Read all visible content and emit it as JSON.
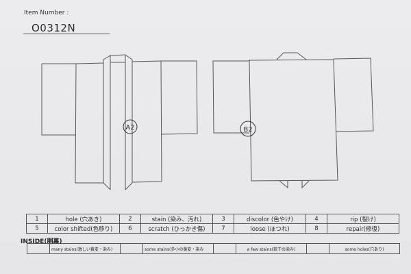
{
  "header": {
    "item_label": "Item Number :",
    "item_number": "O0312N"
  },
  "drawings": {
    "front": {
      "marker": "A2",
      "view": "front-kimono-outline"
    },
    "back": {
      "marker": "B2",
      "view": "back-kimono-outline"
    }
  },
  "legend": {
    "rows": [
      [
        {
          "num": "1",
          "label": "hole (穴あき)"
        },
        {
          "num": "2",
          "label": "stain (染み、汚れ)"
        },
        {
          "num": "3",
          "label": "discolor (色やけ)"
        },
        {
          "num": "4",
          "label": "rip (裂け)"
        }
      ],
      [
        {
          "num": "5",
          "label": "color shifted(色移り)"
        },
        {
          "num": "6",
          "label": "scratch (ひっかき傷)"
        },
        {
          "num": "7",
          "label": "loose (ほつれ)"
        },
        {
          "num": "8",
          "label": "repair(修復)"
        }
      ]
    ]
  },
  "inside": {
    "heading": "INSIDE(胴裏)",
    "options": [
      {
        "label": "many stains(激しい黄変・染み)",
        "checked": ""
      },
      {
        "label": "some stains(多小の黄変・染み",
        "checked": ""
      },
      {
        "label": "a few stains(若干の染み)",
        "checked": ""
      },
      {
        "label": "some holes(穴あり)",
        "checked": ""
      }
    ]
  }
}
